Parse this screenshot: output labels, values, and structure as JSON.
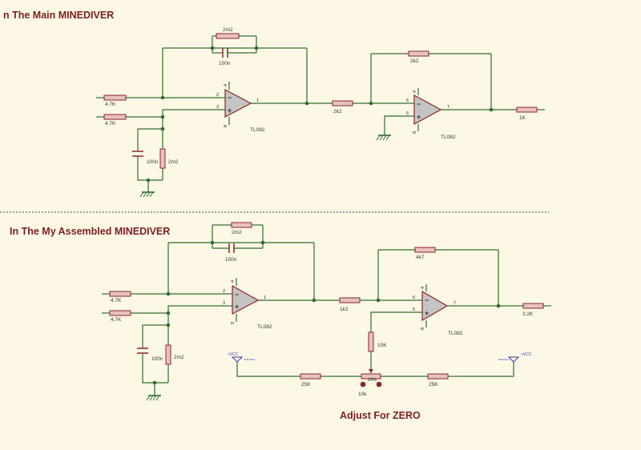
{
  "titles": {
    "top": "n The Main MINEDIVER",
    "bottom": "In The My Assembled MINEDIVER",
    "adjust": "Adjust For ZERO"
  },
  "top_circuit": {
    "input_res_1": "4.7K",
    "input_res_2": "4.7K",
    "feedback_res": "2m2",
    "feedback_cap": "100n",
    "gnd_cap": "100n",
    "gnd_res": "2m2",
    "opamp1": "TL082",
    "opamp1_pins": [
      "2",
      "3",
      "1",
      "4",
      "8"
    ],
    "mid_res": "2k2",
    "stage2_feedback_res": "2k2",
    "opamp2": "TL082",
    "opamp2_pins": [
      "6",
      "5",
      "7",
      "4",
      "8"
    ],
    "output_res": "1K"
  },
  "bottom_circuit": {
    "input_res_1": "4.7K",
    "input_res_2": "4.7K",
    "feedback_res": "2m2",
    "feedback_cap": "100n",
    "gnd_cap": "100n",
    "gnd_res": "2m2",
    "opamp1": "TL082",
    "opamp1_pins": [
      "2",
      "3",
      "1",
      "4",
      "8"
    ],
    "mid_res": "1k2",
    "stage2_feedback_res": "4k7",
    "opamp2": "TL082",
    "opamp2_pins": [
      "6",
      "5",
      "7",
      "4",
      "8"
    ],
    "output_res": "3.2K",
    "offset_res": "10K",
    "left_trim_res": "25K",
    "right_trim_res": "25K",
    "pot": "10k",
    "pot_marking": "20%",
    "vcc_left": "+VCC",
    "vcc_right": "+VCC"
  },
  "colors": {
    "wire": "#2f6d2f",
    "component": "#8b2525",
    "component_fill": "#e7c2c2",
    "opamp_fill": "#c4c4c4",
    "title": "#7a1f1f",
    "vcc": "#3a3aa8"
  }
}
